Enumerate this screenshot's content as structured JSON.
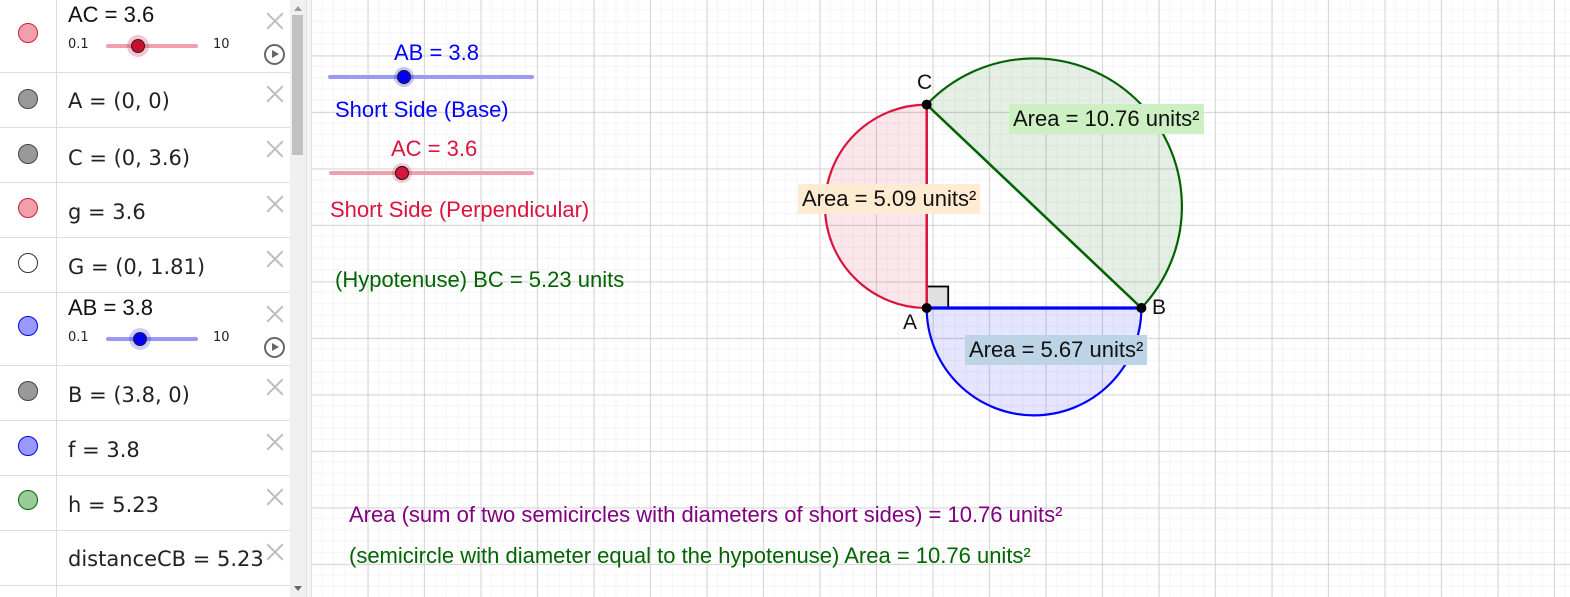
{
  "algebra": {
    "rows": [
      {
        "id": "AC",
        "type": "slider",
        "expr": "AC = 3.6",
        "min": "0.1",
        "max": "10",
        "value": 3.6,
        "color": "#d41b3c",
        "marble_color": "#f0a0ad"
      },
      {
        "id": "A",
        "type": "expr",
        "expr": "A = (0, 0)",
        "marble_color": "#999999"
      },
      {
        "id": "C",
        "type": "expr",
        "expr": "C = (0, 3.6)",
        "marble_color": "#999999"
      },
      {
        "id": "g",
        "type": "expr",
        "expr": "g = 3.6",
        "marble_color": "#f0a0ad"
      },
      {
        "id": "G",
        "type": "expr",
        "expr": "G = (0, 1.81)",
        "marble_color": "#ffffff"
      },
      {
        "id": "AB",
        "type": "slider",
        "expr": "AB = 3.8",
        "min": "0.1",
        "max": "10",
        "value": 3.8,
        "color": "#0000ff",
        "marble_color": "#9999ff"
      },
      {
        "id": "B",
        "type": "expr",
        "expr": "B = (3.8, 0)",
        "marble_color": "#999999"
      },
      {
        "id": "f",
        "type": "expr",
        "expr": "f = 3.8",
        "marble_color": "#9999ff"
      },
      {
        "id": "h",
        "type": "expr",
        "expr": "h = 5.23",
        "marble_color": "#99cc99"
      },
      {
        "id": "distanceCB",
        "type": "expr",
        "expr": "distanceCB = 5.23",
        "marble_color": null
      }
    ]
  },
  "graphics": {
    "slider_ab": {
      "label": "AB = 3.8",
      "caption": "Short Side (Base)",
      "color": "#0000ff",
      "track_color": "#9999ff"
    },
    "slider_ac": {
      "label": "AC = 3.6",
      "caption": "Short Side (Perpendicular)",
      "color": "#dc143c",
      "track_color": "#f0a0ad"
    },
    "hypotenuse_text": "(Hypotenuse) BC = 5.23 units",
    "points": {
      "A": "A",
      "B": "B",
      "C": "C"
    },
    "area_labels": {
      "ac": "Area = 5.09 units²",
      "ab": "Area = 5.67 units²",
      "bc": "Area = 10.76 units²"
    },
    "sum_text": "Area (sum of two semicircles with diameters of short sides) = 10.76 units²",
    "hyp_area_text": "(semicircle with diameter equal to the hypotenuse) Area = 10.76 units²",
    "colors": {
      "ac": "#dc143c",
      "ab": "#0000ff",
      "bc": "#006400",
      "purple": "#800080",
      "ac_label_bg": "#ffebd2",
      "ab_label_bg": "#bdd3e6",
      "bc_label_bg": "#cdf0c3"
    }
  }
}
